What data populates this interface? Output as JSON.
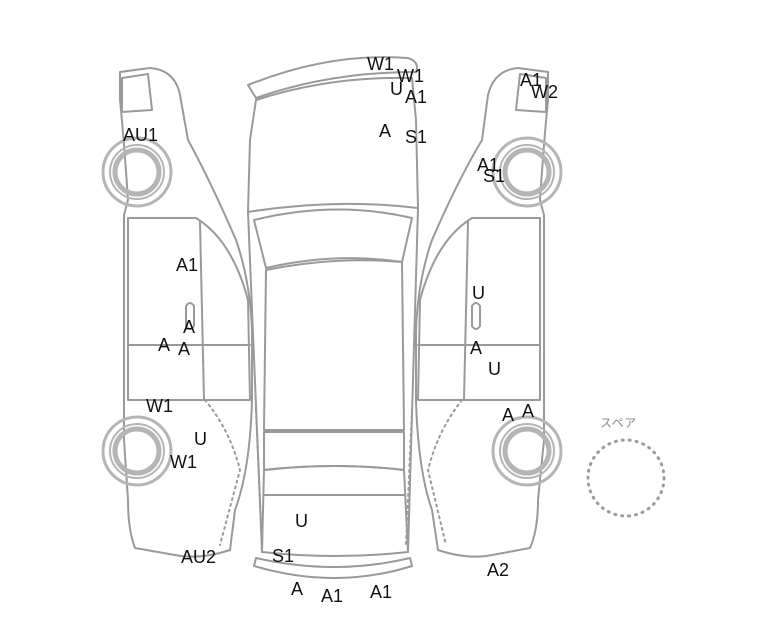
{
  "spare_label": "スペア",
  "colors": {
    "outline": "#9a9a9a",
    "tire": "#b5b5b5",
    "text": "#111111"
  },
  "markers": [
    {
      "id": "m1",
      "code": "W1"
    },
    {
      "id": "m2",
      "code": "W1"
    },
    {
      "id": "m3",
      "code": "U"
    },
    {
      "id": "m4",
      "code": "A1"
    },
    {
      "id": "m5",
      "code": "A"
    },
    {
      "id": "m6",
      "code": "S1"
    },
    {
      "id": "m7",
      "code": "A1"
    },
    {
      "id": "m8",
      "code": "W2"
    },
    {
      "id": "m9",
      "code": "AU1"
    },
    {
      "id": "m10",
      "code": "A1"
    },
    {
      "id": "m11",
      "code": "S1"
    },
    {
      "id": "m12",
      "code": "A1"
    },
    {
      "id": "m13",
      "code": "A"
    },
    {
      "id": "m14",
      "code": "A"
    },
    {
      "id": "m15",
      "code": "A"
    },
    {
      "id": "m16",
      "code": "U"
    },
    {
      "id": "m17",
      "code": "A"
    },
    {
      "id": "m18",
      "code": "U"
    },
    {
      "id": "m19",
      "code": "W1"
    },
    {
      "id": "m20",
      "code": "U"
    },
    {
      "id": "m21",
      "code": "W1"
    },
    {
      "id": "m22",
      "code": "A"
    },
    {
      "id": "m23",
      "code": "A"
    },
    {
      "id": "m24",
      "code": "U"
    },
    {
      "id": "m25",
      "code": "AU2"
    },
    {
      "id": "m26",
      "code": "S1"
    },
    {
      "id": "m27",
      "code": "A2"
    },
    {
      "id": "m28",
      "code": "A"
    },
    {
      "id": "m29",
      "code": "A1"
    },
    {
      "id": "m30",
      "code": "A1"
    }
  ]
}
